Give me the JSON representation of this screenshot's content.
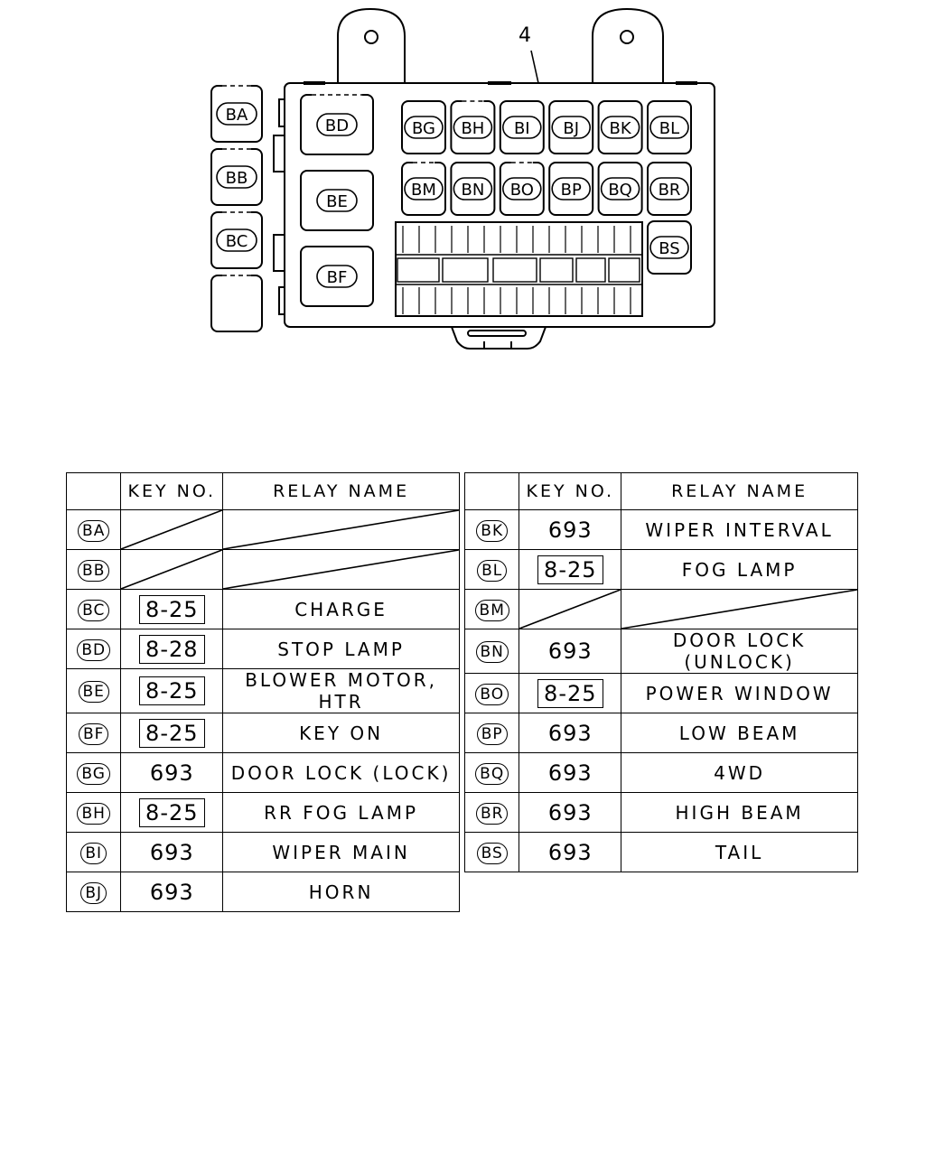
{
  "diagram": {
    "callout": "4",
    "left_slots": [
      "BA",
      "BB",
      "BC",
      ""
    ],
    "large_relays": [
      "BD",
      "BE",
      "BF"
    ],
    "row1": [
      "BG",
      "BH",
      "BI",
      "BJ",
      "BK",
      "BL"
    ],
    "row2": [
      "BM",
      "BN",
      "BO",
      "BP",
      "BQ",
      "BR"
    ],
    "side": [
      "BS"
    ]
  },
  "table": {
    "headers": {
      "code": "",
      "key": "KEY NO.",
      "name": "RELAY NAME"
    },
    "left_rows": [
      {
        "code": "BA",
        "key": "",
        "name": "",
        "boxed": false,
        "blank": true
      },
      {
        "code": "BB",
        "key": "",
        "name": "",
        "boxed": false,
        "blank": true
      },
      {
        "code": "BC",
        "key": "8-25",
        "name": "CHARGE",
        "boxed": true,
        "blank": false
      },
      {
        "code": "BD",
        "key": "8-28",
        "name": "STOP LAMP",
        "boxed": true,
        "blank": false
      },
      {
        "code": "BE",
        "key": "8-25",
        "name": "BLOWER MOTOR, HTR",
        "boxed": true,
        "blank": false
      },
      {
        "code": "BF",
        "key": "8-25",
        "name": "KEY ON",
        "boxed": true,
        "blank": false
      },
      {
        "code": "BG",
        "key": "693",
        "name": "DOOR LOCK (LOCK)",
        "boxed": false,
        "blank": false
      },
      {
        "code": "BH",
        "key": "8-25",
        "name": "RR FOG LAMP",
        "boxed": true,
        "blank": false
      },
      {
        "code": "BI",
        "key": "693",
        "name": "WIPER MAIN",
        "boxed": false,
        "blank": false
      },
      {
        "code": "BJ",
        "key": "693",
        "name": "HORN",
        "boxed": false,
        "blank": false
      }
    ],
    "right_rows": [
      {
        "code": "BK",
        "key": "693",
        "name": "WIPER INTERVAL",
        "boxed": false,
        "blank": false
      },
      {
        "code": "BL",
        "key": "8-25",
        "name": "FOG LAMP",
        "boxed": true,
        "blank": false
      },
      {
        "code": "BM",
        "key": "",
        "name": "",
        "boxed": false,
        "blank": true
      },
      {
        "code": "BN",
        "key": "693",
        "name": "DOOR LOCK (UNLOCK)",
        "boxed": false,
        "blank": false
      },
      {
        "code": "BO",
        "key": "8-25",
        "name": "POWER WINDOW",
        "boxed": true,
        "blank": false
      },
      {
        "code": "BP",
        "key": "693",
        "name": "LOW BEAM",
        "boxed": false,
        "blank": false
      },
      {
        "code": "BQ",
        "key": "693",
        "name": "4WD",
        "boxed": false,
        "blank": false
      },
      {
        "code": "BR",
        "key": "693",
        "name": "HIGH BEAM",
        "boxed": false,
        "blank": false
      },
      {
        "code": "BS",
        "key": "693",
        "name": "TAIL",
        "boxed": false,
        "blank": false
      }
    ]
  }
}
